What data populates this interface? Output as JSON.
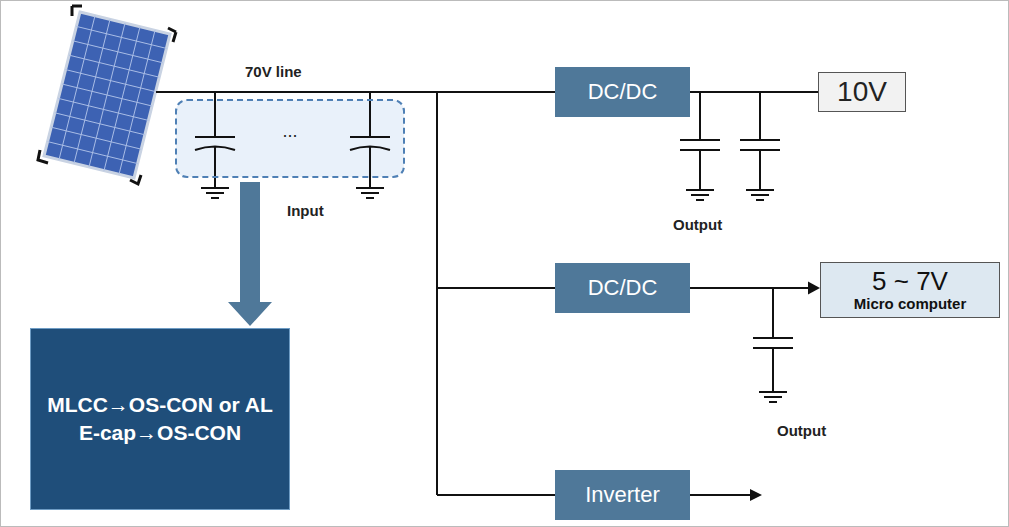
{
  "diagram": {
    "nodes": [
      {
        "text": [
          "...",
          "Input"
        ]
      },
      {
        "text": [
          "DC/DC"
        ]
      },
      {
        "text": [
          "10V"
        ]
      },
      {
        "text": [
          "DC/DC"
        ]
      },
      {
        "text": [
          "5 ~ 7V",
          "Micro computer"
        ]
      },
      {
        "text": [
          "Inverter"
        ]
      },
      {
        "text": [
          "MLCC→OS-CON or AL E-cap→OS-CON"
        ]
      }
    ],
    "edges": [
      {
        "from": 1,
        "to": 2,
        "arrow": "none"
      },
      {
        "from": 3,
        "to": 4,
        "arrow": "to"
      },
      {
        "from": 0,
        "to": 6,
        "arrow": "to"
      }
    ],
    "labels": [
      "70V line",
      "Output",
      "Output"
    ]
  }
}
